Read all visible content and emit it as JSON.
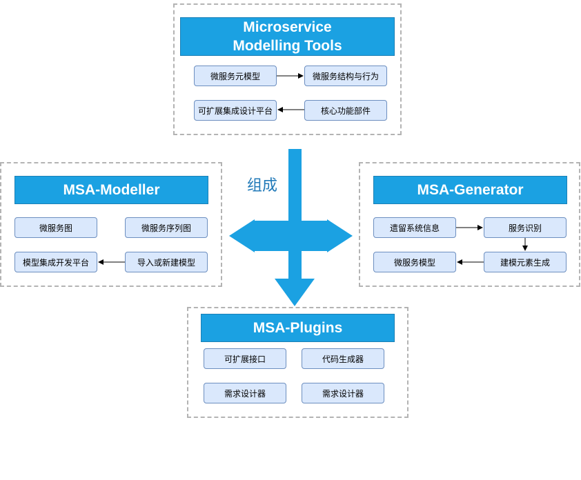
{
  "top": {
    "title": "Microservice\nModelling Tools",
    "boxes": [
      "微服务元模型",
      "微服务结构与行为",
      "可扩展集成设计平台",
      "核心功能部件"
    ]
  },
  "modeller": {
    "title": "MSA-Modeller",
    "boxes": [
      "微服务图",
      "微服务序列图",
      "模型集成开发平台",
      "导入或新建模型"
    ]
  },
  "generator": {
    "title": "MSA-Generator",
    "boxes": [
      "遗留系统信息",
      "服务识别",
      "微服务模型",
      "建模元素生成"
    ]
  },
  "plugins": {
    "title": "MSA-Plugins",
    "boxes": [
      "可扩展接口",
      "代码生成器",
      "需求设计器",
      "需求设计器"
    ]
  },
  "center_label": "组成",
  "colors": {
    "title_fill": "#1ba1e2",
    "box_fill": "#dae8fc",
    "box_border": "#6c8ebf",
    "dashed_border": "#b3b3b3",
    "arrow": "#1ba1e2"
  }
}
